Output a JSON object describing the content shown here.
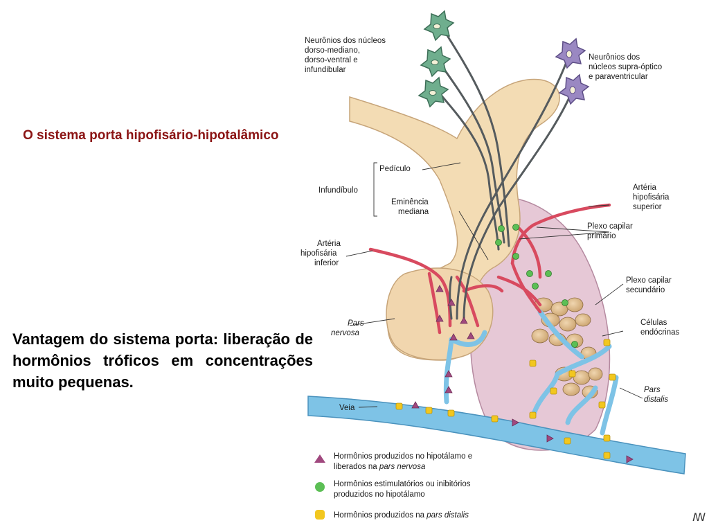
{
  "slide": {
    "title": "O sistema porta hipofisário-hipotalâmico",
    "body": "Vantagem do sistema porta: liberação de hormônios tróficos em concentrações muito pequenas."
  },
  "diagram": {
    "labels": {
      "neurons_tuberal": [
        "Neurônios dos núcleos",
        "dorso-mediano,",
        "dorso-ventral e",
        "infundibular"
      ],
      "neurons_supraoptic": [
        "Neurônios dos",
        "núcleos supra-óptico",
        "e paraventricular"
      ],
      "pediculo": "Pedículo",
      "infundibulo": "Infundíbulo",
      "eminencia": [
        "Eminência",
        "mediana"
      ],
      "art_superior": [
        "Artéria",
        "hipofisária",
        "superior"
      ],
      "plexo_primario": [
        "Plexo capilar",
        "primário"
      ],
      "art_inferior": [
        "Artéria",
        "hipofisária",
        "inferior"
      ],
      "plexo_secundario": [
        "Plexo capilar",
        "secundário"
      ],
      "celulas": [
        "Células",
        "endócrinas"
      ],
      "pars_nervosa": [
        "Pars",
        "nervosa"
      ],
      "pars_distalis": [
        "Pars",
        "distalis"
      ],
      "veia": "Veia"
    },
    "legend": [
      {
        "icon": "triangle",
        "line1": "Hormônios produzidos no hipotálamo e",
        "line2_prefix": "liberados na ",
        "line2_italic": "pars nervosa"
      },
      {
        "icon": "green-dot",
        "line1": "Hormônios estimulatórios ou inibitórios",
        "line2_prefix": "produzidos no hipotálamo",
        "line2_italic": ""
      },
      {
        "icon": "yellow-dot",
        "line1_prefix": "Hormônios produzidos na ",
        "line1_italic": "pars distalis"
      }
    ],
    "colors": {
      "tissue": "#f3dcb4",
      "pars_distalis": "#e6c8d6",
      "vein": "#7ec3e6",
      "artery": "#d84a5f",
      "neuron_green": "#6fae8e",
      "neuron_purple": "#9a88c2",
      "hormone_purple": "#a0487e",
      "hormone_green": "#5cbf55",
      "hormone_yellow": "#f2c71f"
    }
  },
  "corner_mark": "ꟿ"
}
